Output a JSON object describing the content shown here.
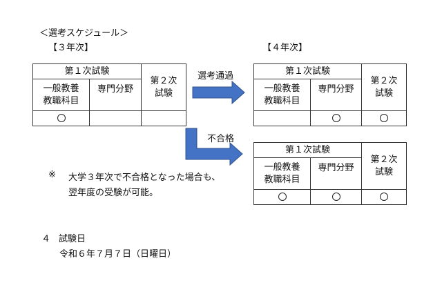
{
  "schedule_title": "＜選考スケジュール＞",
  "year3_label": "【３年次】",
  "year4_label": "【４年次】",
  "table_headers": {
    "first_exam": "第１次試験",
    "second_exam_line1": "第２次",
    "second_exam_line2": "試験",
    "general_line1": "一般教養",
    "general_line2": "教職科目",
    "specialty": "専門分野"
  },
  "tables": [
    {
      "id": "year3",
      "marks": {
        "general": true,
        "specialty": false,
        "second": false
      }
    },
    {
      "id": "year4_pass",
      "marks": {
        "general": false,
        "specialty": true,
        "second": true
      }
    },
    {
      "id": "year4_fail",
      "marks": {
        "general": true,
        "specialty": true,
        "second": true
      }
    }
  ],
  "arrow_pass_label": "選考通過",
  "arrow_fail_label": "不合格",
  "note_mark": "※",
  "note_line1": "大学３年次で不合格となった場合も、",
  "note_line2": "翌年度の受験が可能。",
  "section_number": "４",
  "section_title": "試験日",
  "exam_date": "令和６年７月７日（日曜日）",
  "arrow_color": "#4472c4",
  "arrow_border_color": "#2f528f"
}
